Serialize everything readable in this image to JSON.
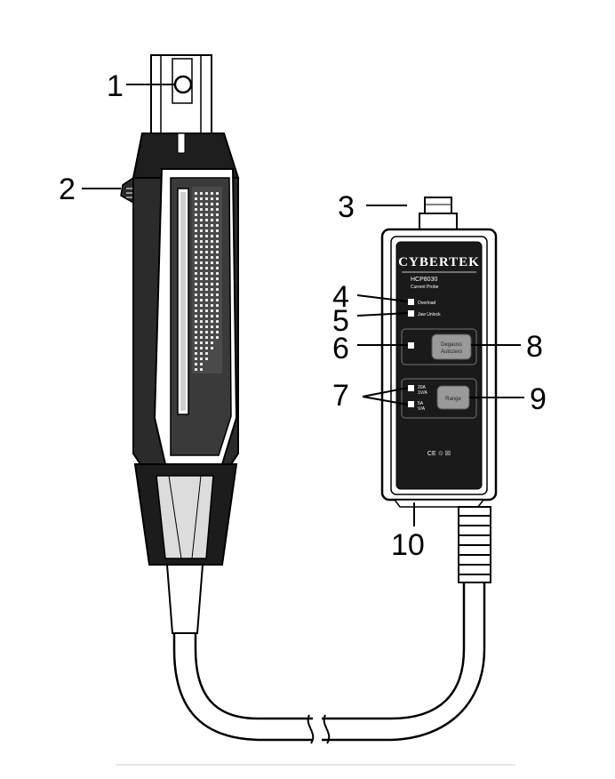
{
  "callouts": [
    "1",
    "2",
    "3",
    "4",
    "5",
    "6",
    "7",
    "8",
    "9",
    "10"
  ],
  "panel": {
    "brand": "CYBERTEK",
    "model": "HCP8030",
    "subtitle": "Current Probe",
    "led_overload": "Overload",
    "led_jaw": "Jaw Unlock",
    "degauss_line1": "Degauss",
    "degauss_line2": "Autozero",
    "range_top": "20A",
    "range_top_sub": "1V/A",
    "range_bottom": "5A",
    "range_bottom_sub": "V/A",
    "range_button": "Range",
    "marks": "CE ♲ ☒"
  },
  "colors": {
    "body_dark": "#1a1a1a",
    "body_mid": "#3c3c3c",
    "line": "#000000",
    "panel_button": "#9a9a9a"
  }
}
